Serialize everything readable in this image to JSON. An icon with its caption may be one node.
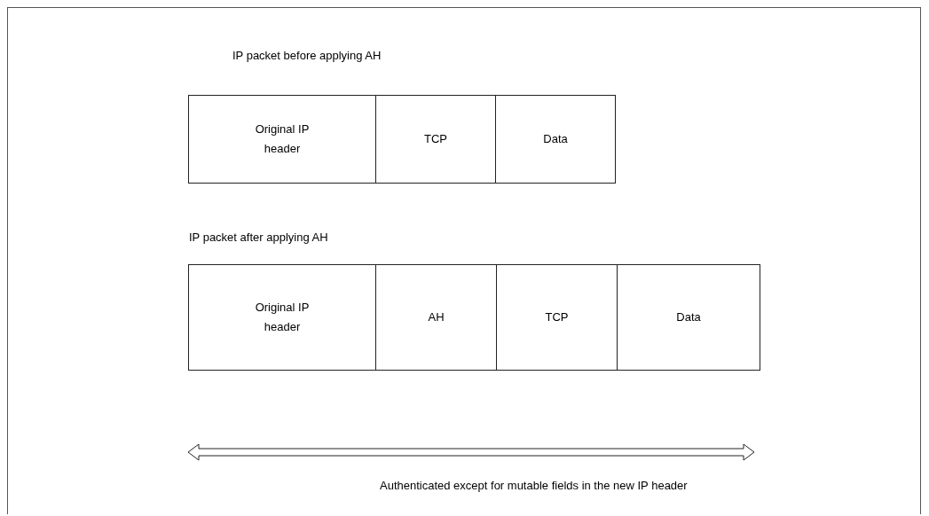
{
  "diagram": {
    "nodes": [
      {
        "text": [
          "Original IP header"
        ]
      },
      {
        "text": [
          "TCP"
        ]
      },
      {
        "text": [
          "Data"
        ]
      },
      {
        "text": [
          "Original IP header"
        ]
      },
      {
        "text": [
          "AH"
        ]
      },
      {
        "text": [
          "TCP"
        ]
      },
      {
        "text": [
          "Data"
        ]
      }
    ],
    "labels": [
      "IP packet before applying AH",
      "IP packet after applying AH",
      "Authenticated except for mutable fields in the new IP header"
    ]
  }
}
